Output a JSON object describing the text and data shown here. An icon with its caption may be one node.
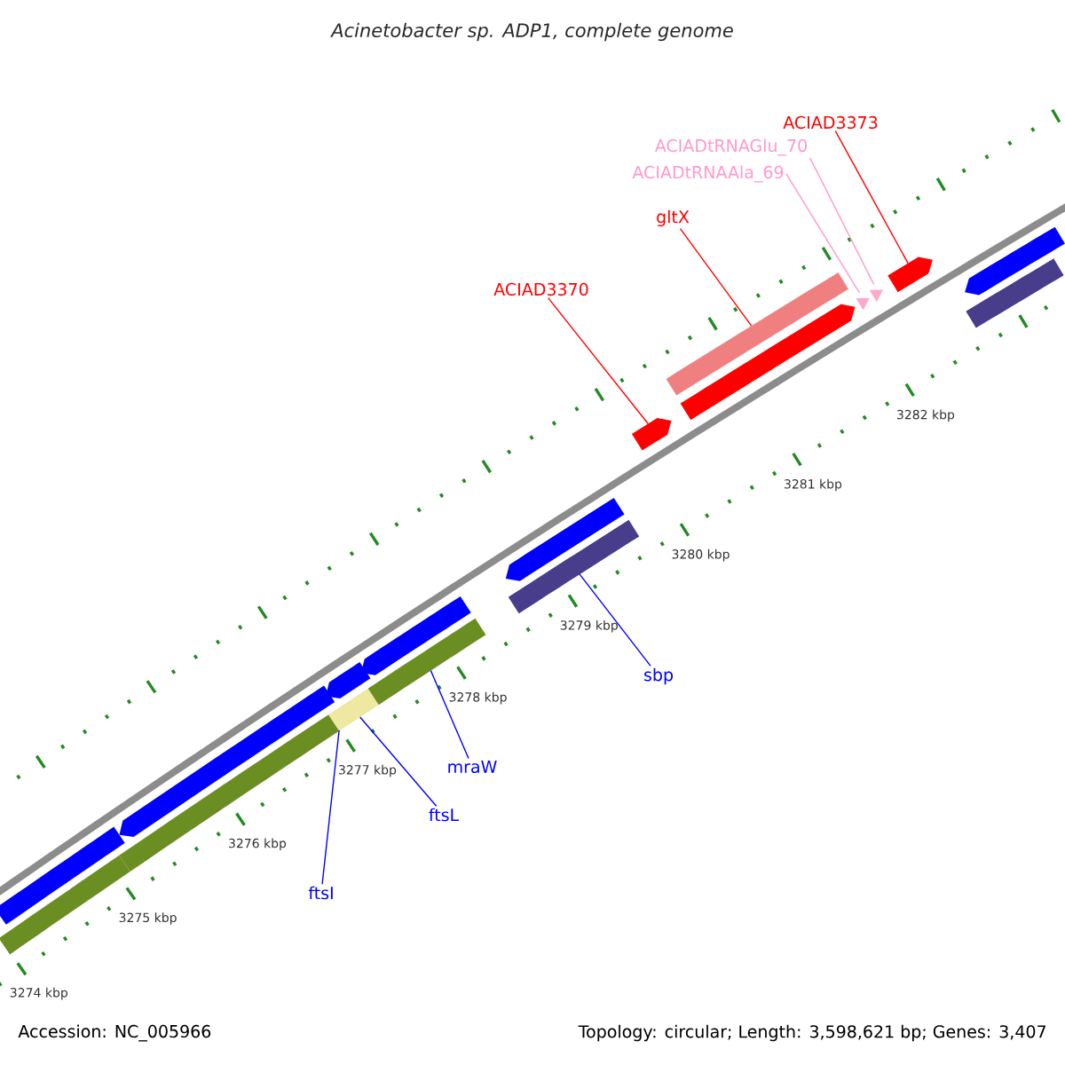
{
  "diagram": {
    "title": "Acinetobacter sp. ADP1, complete genome",
    "nodes": [
      {
        "text": [
          "ACIAD3373"
        ]
      },
      {
        "text": [
          "ACIADtRNAGlu_70"
        ]
      },
      {
        "text": [
          "ACIADtRNAAla_69"
        ]
      },
      {
        "text": [
          "gltX"
        ]
      },
      {
        "text": [
          "ACIAD3370"
        ]
      },
      {
        "text": [
          "sbp"
        ]
      },
      {
        "text": [
          "mraW"
        ]
      },
      {
        "text": [
          "ftsL"
        ]
      },
      {
        "text": [
          "ftsI"
        ]
      },
      {
        "text": [],
        "shape": "bar"
      },
      {
        "text": [],
        "shape": "bar"
      },
      {
        "text": [],
        "shape": "arrow"
      },
      {
        "text": [],
        "shape": "bar"
      },
      {
        "text": [],
        "shape": "arrow"
      },
      {
        "text": [],
        "shape": "bar"
      },
      {
        "text": [],
        "shape": "arrow"
      },
      {
        "text": [],
        "shape": "bar"
      },
      {
        "text": [],
        "shape": "arrow"
      },
      {
        "text": [],
        "shape": "bar"
      },
      {
        "text": [],
        "shape": "arrow"
      },
      {
        "text": [],
        "shape": "bar"
      },
      {
        "text": [],
        "shape": "arrow"
      },
      {
        "text": [],
        "shape": "triangle"
      },
      {
        "text": [],
        "shape": "triangle"
      },
      {
        "text": [],
        "shape": "arrow"
      },
      {
        "text": [],
        "shape": "arrow"
      },
      {
        "text": [],
        "shape": "bar"
      }
    ],
    "edges": [
      {
        "from": 0,
        "to": 24,
        "arrow": "none",
        "color": "#ff0000"
      },
      {
        "from": 1,
        "to": 23,
        "arrow": "none",
        "color": "#ff99cc"
      },
      {
        "from": 2,
        "to": 22,
        "arrow": "none",
        "color": "#ff99cc"
      },
      {
        "from": 3,
        "to": 20,
        "arrow": "none",
        "color": "#ff0000"
      },
      {
        "from": 4,
        "to": 19,
        "arrow": "none",
        "color": "#ff0000"
      },
      {
        "from": 5,
        "to": 18,
        "arrow": "none"
      },
      {
        "from": 6,
        "to": 16,
        "arrow": "none"
      },
      {
        "from": 7,
        "to": 14,
        "arrow": "none"
      },
      {
        "from": 8,
        "to": 12,
        "arrow": "none"
      }
    ],
    "labels": [
      "3282 kbp",
      "3281 kbp",
      "3280 kbp",
      "3279 kbp",
      "3278 kbp",
      "3277 kbp",
      "3276 kbp",
      "3275 kbp",
      "3274 kbp",
      "Accession: NC_005966",
      "Topology: circular; Length: 3,598,621 bp; Genes: 3,407"
    ]
  }
}
